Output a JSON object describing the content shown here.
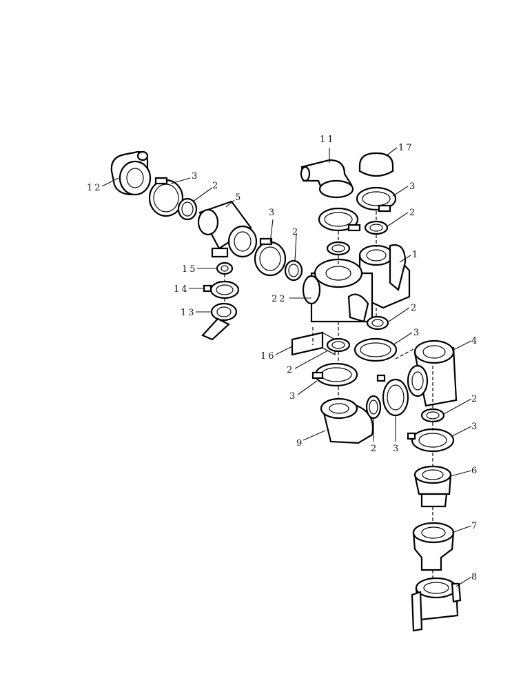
{
  "diagram": {
    "callouts": {
      "c1": "1",
      "c2a": "2",
      "c2b": "2",
      "c2c": "2",
      "c2d": "2",
      "c2e": "2",
      "c2f": "2",
      "c2g": "2",
      "c3a": "3",
      "c3b": "3",
      "c3c": "3",
      "c3d": "3",
      "c3e": "3",
      "c3f": "3",
      "c4": "4",
      "c5": "5",
      "c6": "6",
      "c7": "7",
      "c8": "8",
      "c9": "9",
      "c11": "11",
      "c12": "12",
      "c13": "13",
      "c14": "14",
      "c15": "15",
      "c16": "16",
      "c17": "17",
      "c22": "22"
    }
  }
}
